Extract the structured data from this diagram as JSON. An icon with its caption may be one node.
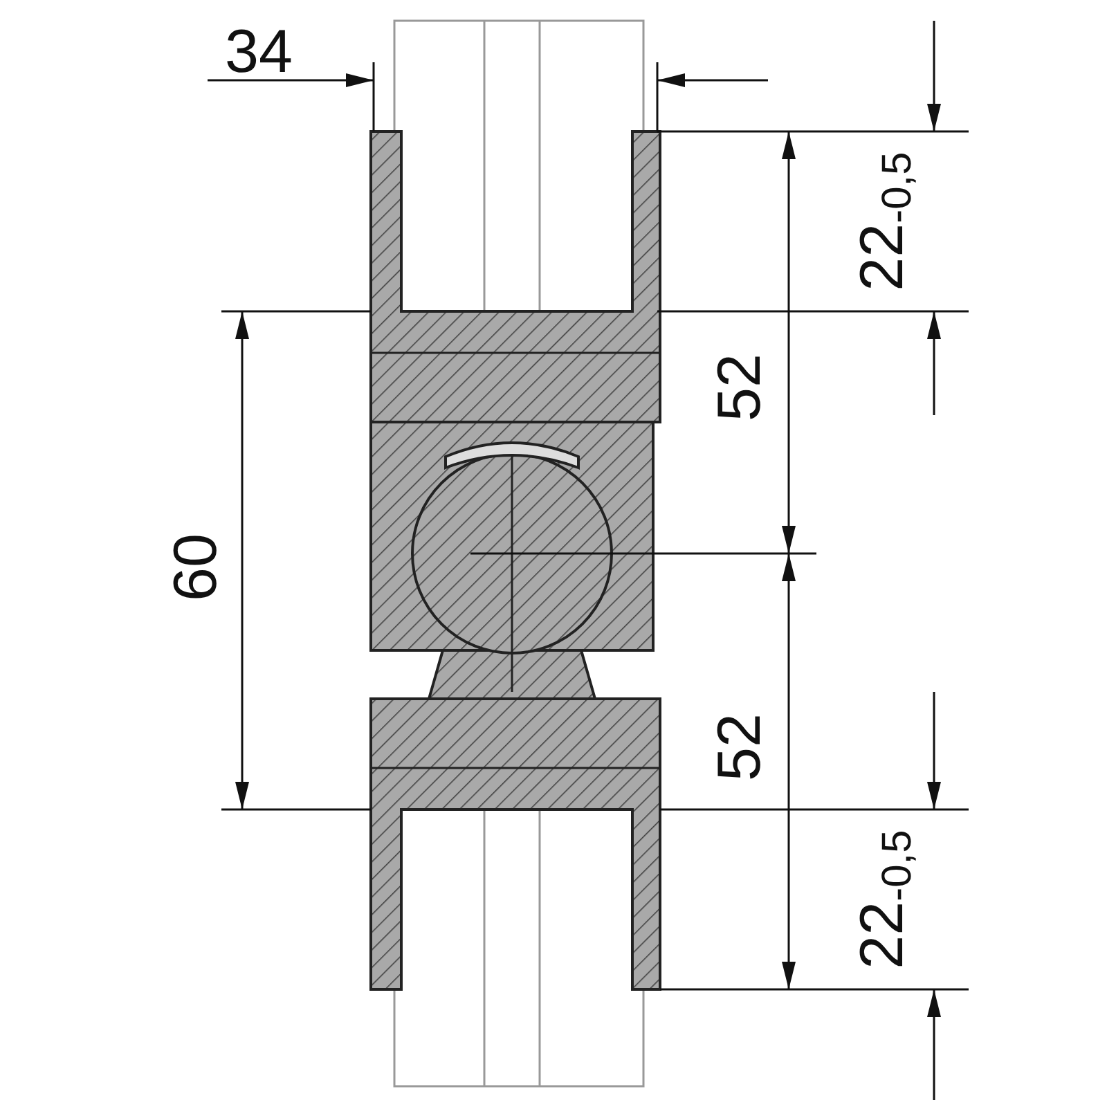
{
  "diagram": {
    "labels": [
      "34",
      "22$_{-0,5}$",
      "52",
      "60",
      "52",
      "22$_{-0,5}$"
    ]
  }
}
